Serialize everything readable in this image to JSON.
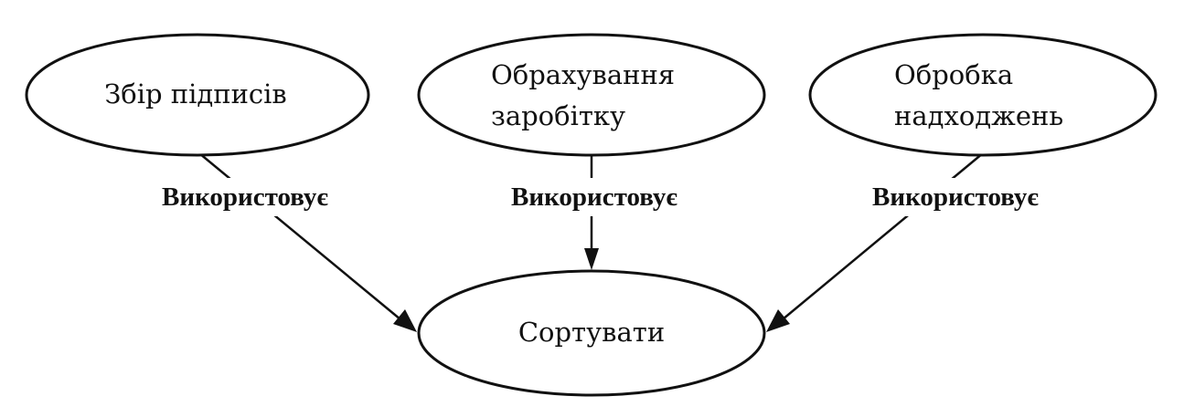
{
  "nodes": {
    "signatures": {
      "label": "Збір підписів"
    },
    "earnings": {
      "line1": "Обрахування",
      "line2": "заробітку"
    },
    "receipts": {
      "line1": "Обробка",
      "line2": "надходжень"
    },
    "sort": {
      "label": "Сортувати"
    }
  },
  "edges": {
    "signatures_to_sort": {
      "label": "Використовує"
    },
    "earnings_to_sort": {
      "label": "Використовує"
    },
    "receipts_to_sort": {
      "label": "Використовує"
    }
  },
  "colors": {
    "stroke": "#111111",
    "background": "#ffffff"
  }
}
